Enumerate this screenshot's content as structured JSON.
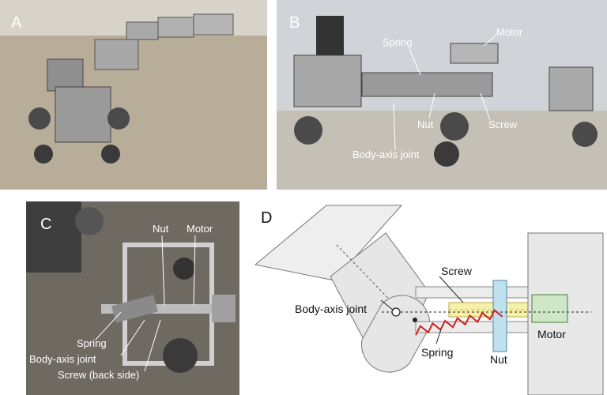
{
  "panels": {
    "a": {
      "letter": "A"
    },
    "b": {
      "letter": "B",
      "labels": {
        "spring": "Spring",
        "motor": "Motor",
        "nut": "Nut",
        "screw": "Screw",
        "body_axis_joint": "Body-axis joint"
      }
    },
    "c": {
      "letter": "C",
      "labels": {
        "nut": "Nut",
        "motor": "Motor",
        "spring": "Spring",
        "body_axis_joint": "Body-axis joint",
        "screw_back_side": "Screw (back side)"
      }
    },
    "d": {
      "letter": "D",
      "labels": {
        "screw": "Screw",
        "body_axis_joint": "Body-axis joint",
        "spring": "Spring",
        "nut": "Nut",
        "motor": "Motor"
      }
    }
  }
}
